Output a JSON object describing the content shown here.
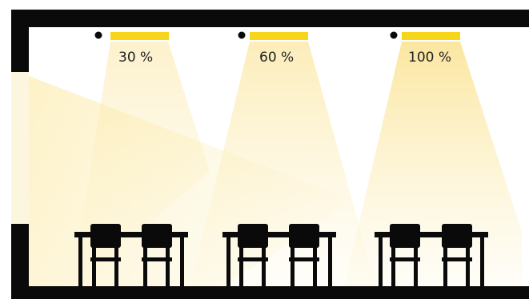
{
  "colors": {
    "wall": "#0a0a0a",
    "lamp": "#f7d51b",
    "light": "#fdf3cc",
    "window": "#fdf6de",
    "furniture": "#0a0a0a"
  },
  "luminaires": [
    {
      "label": "30 %",
      "dimming_level": 0.3
    },
    {
      "label": "60 %",
      "dimming_level": 0.6
    },
    {
      "label": "100 %",
      "dimming_level": 1.0
    }
  ],
  "icons": [
    "sensor-dot-icon",
    "ceiling-lamp-icon",
    "desk-icon",
    "chair-icon",
    "window-icon"
  ]
}
